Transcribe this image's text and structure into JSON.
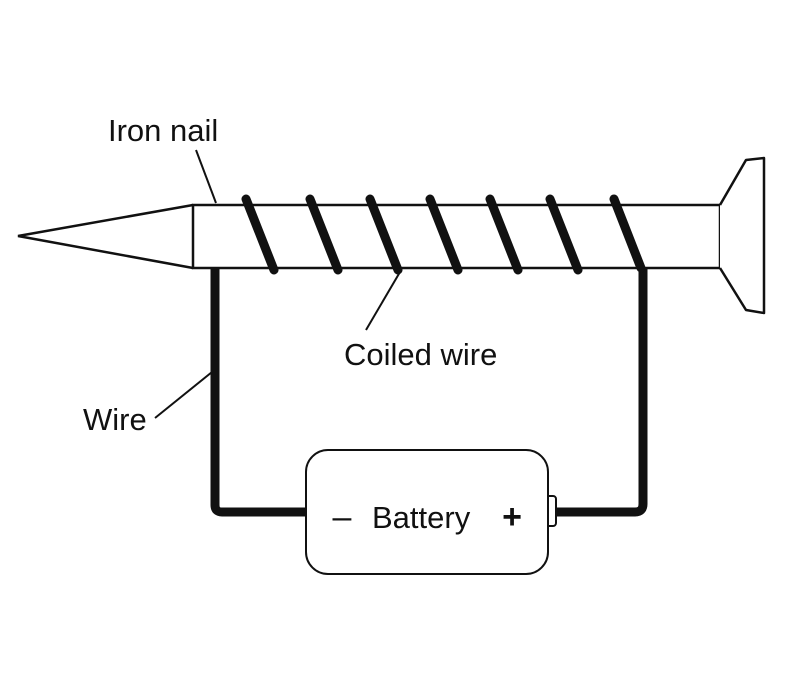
{
  "labels": {
    "iron_nail": "Iron nail",
    "coiled_wire": "Coiled wire",
    "wire": "Wire",
    "battery": "Battery",
    "minus": "–",
    "plus": "+"
  },
  "colors": {
    "stroke": "#111111",
    "fill": "#ffffff"
  }
}
